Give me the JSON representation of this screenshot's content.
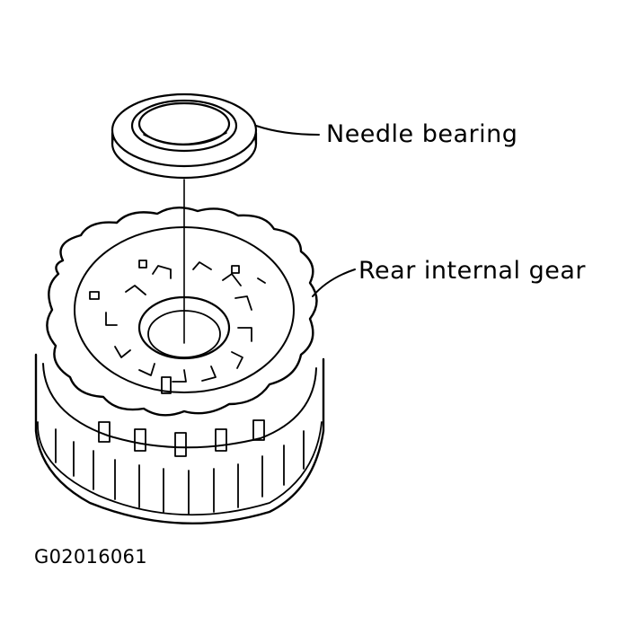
{
  "labels": {
    "needle_bearing": "Needle bearing",
    "rear_internal_gear": "Rear internal gear"
  },
  "figure_code": "G02016061",
  "colors": {
    "ink": "#000000",
    "background": "#ffffff"
  }
}
